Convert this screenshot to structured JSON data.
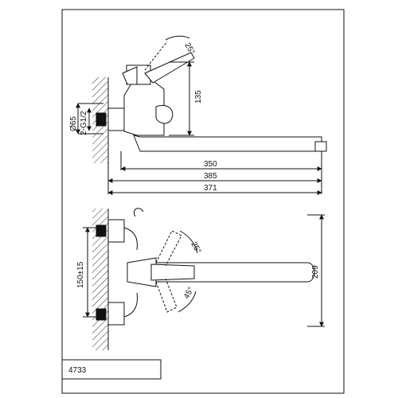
{
  "drawing": {
    "model_code": "4733",
    "side_view": {
      "angle_top": "25°",
      "height_dim": "135",
      "pipe_diameter": "Ø65",
      "thread": "2-G1/2",
      "dims": [
        "350",
        "385",
        "371"
      ]
    },
    "top_view": {
      "mount_spacing": "150±15",
      "angle_upper": "25°",
      "angle_lower": "45°",
      "spout_dim": "209"
    },
    "colors": {
      "line": "#111111",
      "hatch": "#333333",
      "background": "#ffffff"
    }
  }
}
